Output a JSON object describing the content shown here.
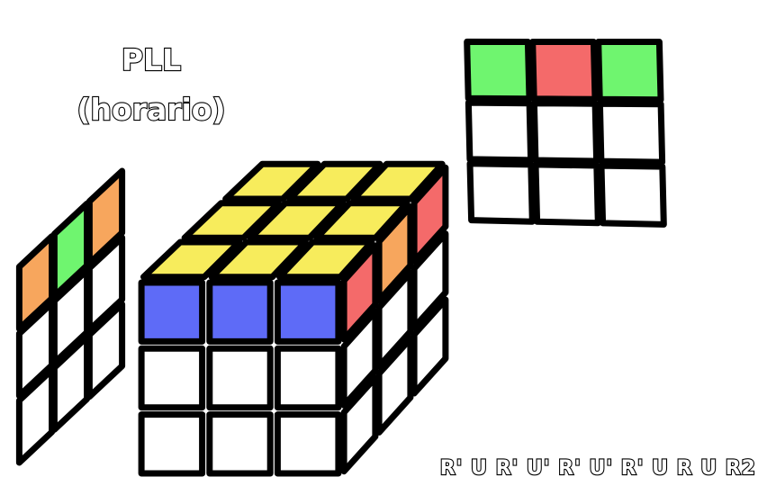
{
  "title": {
    "line1": "PLL",
    "line2": "(horario)"
  },
  "algorithm": "R' U R' U' R' U' R' U R U R2",
  "colors": {
    "yellow": "#f7ec5c",
    "blue": "#5e6bf7",
    "red": "#f46a6a",
    "green": "#6ff56f",
    "orange": "#f7a65d",
    "white": "#ffffff",
    "outline": "#000000"
  },
  "cube": {
    "top_face": [
      [
        "yellow",
        "yellow",
        "yellow"
      ],
      [
        "yellow",
        "yellow",
        "yellow"
      ],
      [
        "yellow",
        "yellow",
        "yellow"
      ]
    ],
    "front_face": [
      [
        "blue",
        "blue",
        "blue"
      ],
      [
        "white",
        "white",
        "white"
      ],
      [
        "white",
        "white",
        "white"
      ]
    ],
    "right_face": [
      [
        "red",
        "orange",
        "red"
      ],
      [
        "white",
        "white",
        "white"
      ],
      [
        "white",
        "white",
        "white"
      ]
    ]
  },
  "back_face": [
    [
      "green",
      "red",
      "green"
    ],
    [
      "white",
      "white",
      "white"
    ],
    [
      "white",
      "white",
      "white"
    ]
  ],
  "left_face": [
    [
      "orange",
      "green",
      "orange"
    ],
    [
      "white",
      "white",
      "white"
    ],
    [
      "white",
      "white",
      "white"
    ]
  ]
}
